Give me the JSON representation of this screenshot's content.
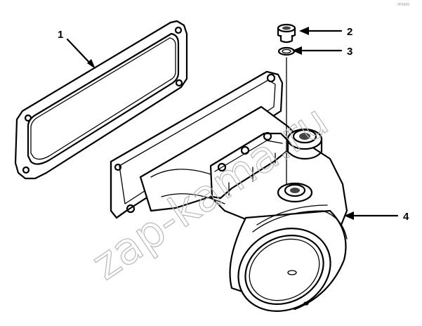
{
  "callouts": {
    "c1": "1",
    "c2": "2",
    "c3": "3",
    "c4": "4"
  },
  "watermark": "zap-kama.ru",
  "corner_code": "0F5669",
  "colors": {
    "line": "#000000",
    "background": "#ffffff",
    "watermark": "#b8b8b8"
  }
}
